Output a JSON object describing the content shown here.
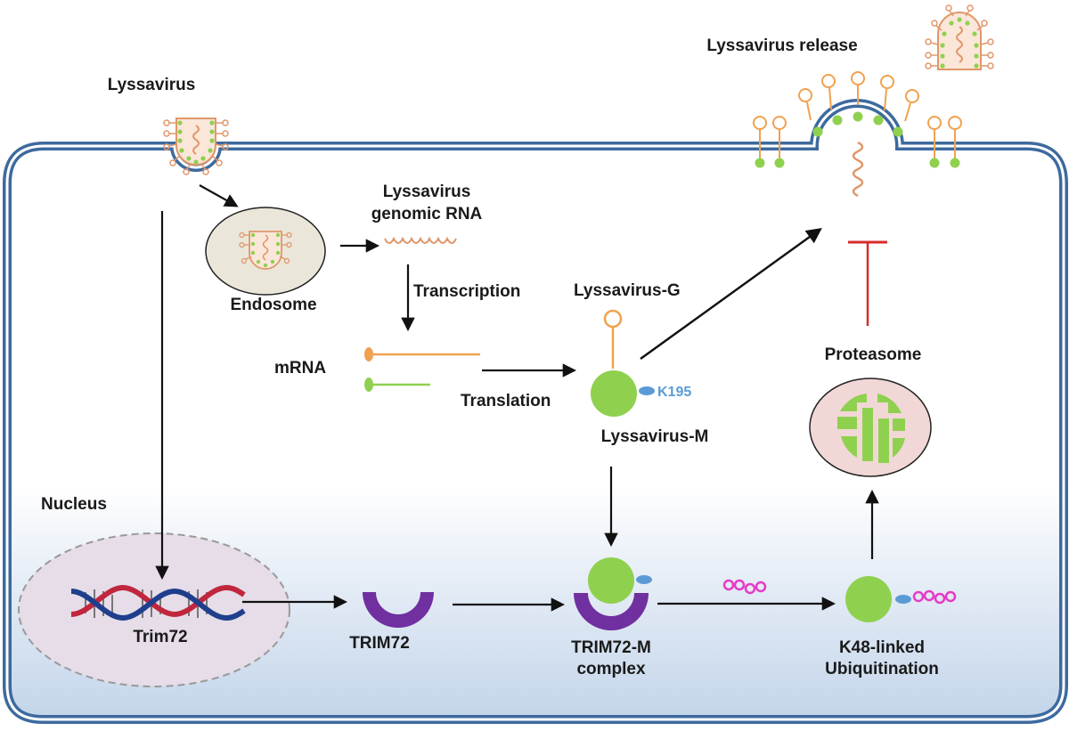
{
  "labels": {
    "virus": "Lyssavirus",
    "release": "Lyssavirus release",
    "endosome": "Endosome",
    "rna_line1": "Lyssavirus",
    "rna_line2": "genomic RNA",
    "transcription": "Transcription",
    "mrna": "mRNA",
    "translation": "Translation",
    "protein_g": "Lyssavirus-G",
    "protein_m": "Lyssavirus-M",
    "site": "K195",
    "proteasome": "Proteasome",
    "nucleus": "Nucleus",
    "gene": "Trim72",
    "trim72": "TRIM72",
    "complex_line1": "TRIM72-M",
    "complex_line2": "complex",
    "ubiq_line1": "K48-linked",
    "ubiq_line2": "Ubiquitination"
  },
  "colors": {
    "membrane": "#3d6a9e",
    "m_protein": "#8fd14f",
    "g_protein": "#f0a150",
    "trim72": "#7030a0",
    "ubiquitin": "#e639c8",
    "k195": "#5b9bd5",
    "inhibition": "#d62b2b",
    "dna_red": "#c0263d",
    "dna_blue": "#1f3e8c",
    "proteasome_fill": "#f2d7d7",
    "endosome_fill": "#eae7da",
    "nucleus_fill": "#e6dde8",
    "rna": "#e0976a"
  },
  "icons": [
    "virion-icon",
    "endosome-icon",
    "rna-squiggle-icon",
    "mrna-icon",
    "g-protein-icon",
    "m-protein-icon",
    "proteasome-icon",
    "dna-helix-icon",
    "trim72-icon",
    "ubiquitin-chain-icon"
  ]
}
